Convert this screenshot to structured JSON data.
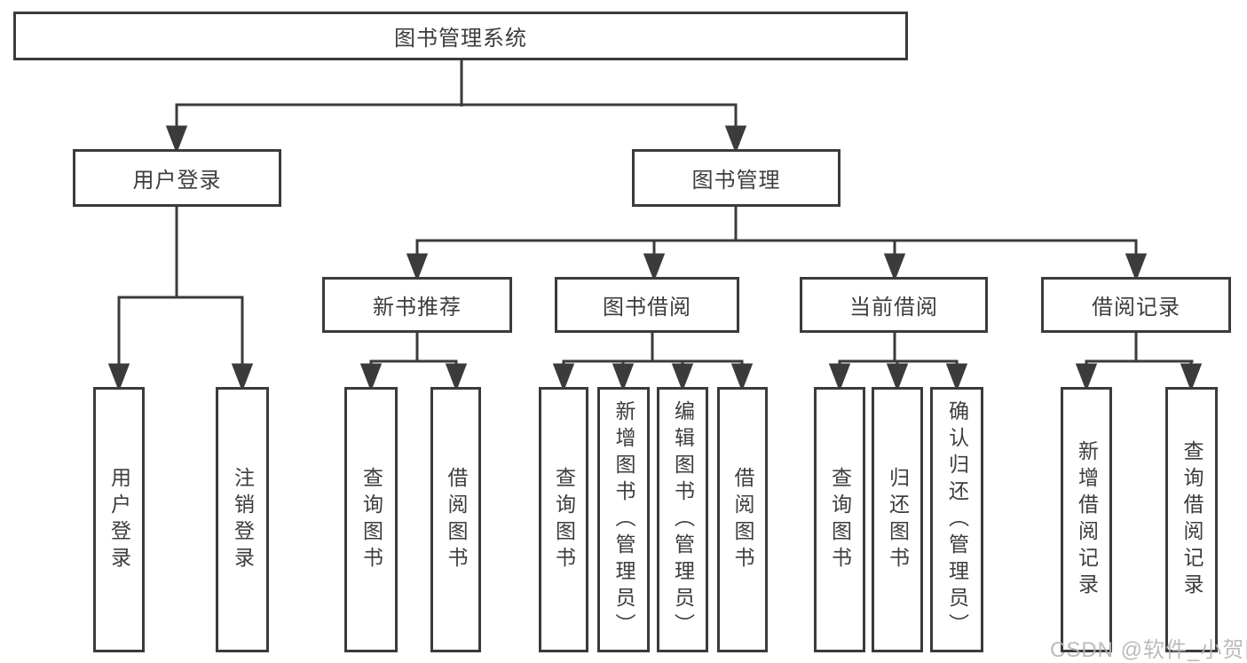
{
  "diagram": {
    "title_box": "图书管理系统",
    "branches": [
      {
        "label": "用户登录",
        "leaves": [
          "用户登录",
          "注销登录"
        ]
      },
      {
        "label": "图书管理",
        "groups": [
          {
            "label": "新书推荐",
            "leaves": [
              "查询图书",
              "借阅图书"
            ]
          },
          {
            "label": "图书借阅",
            "leaves": [
              "查询图书",
              "新增图书（管理员）",
              "编辑图书（管理员）",
              "借阅图书"
            ]
          },
          {
            "label": "当前借阅",
            "leaves": [
              "查询图书",
              "归还图书",
              "确认归还（管理员）"
            ]
          },
          {
            "label": "借阅记录",
            "leaves": [
              "新增借阅记录",
              "查询借阅记录"
            ]
          }
        ]
      }
    ],
    "watermark": "CSDN @软件_小贺同学",
    "colors": {
      "line": "#3b3b3b",
      "text": "#3d3d3d",
      "watermark": "#b4b4b4",
      "background": "#ffffff"
    }
  }
}
